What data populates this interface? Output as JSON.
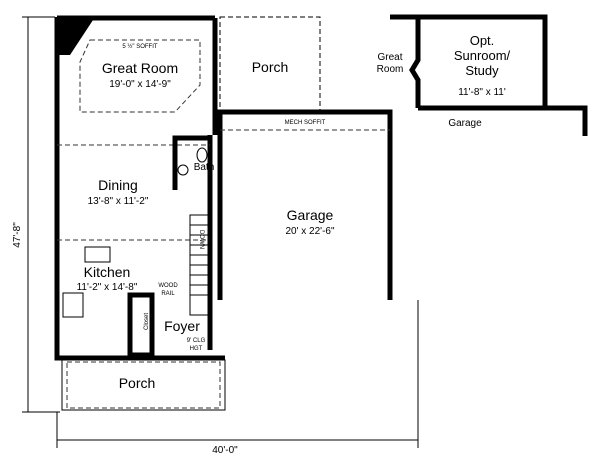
{
  "main_plan": {
    "great_room": {
      "name": "Great Room",
      "size": "19'-0\" x 14'-9\"",
      "soffit": "5 ½\" SOFFIT"
    },
    "rear_porch": {
      "name": "Porch"
    },
    "mech_soffit": "MECH SOFFIT",
    "bath": {
      "name": "Bath"
    },
    "dining": {
      "name": "Dining",
      "size": "13'-8\" x 11'-2\""
    },
    "garage": {
      "name": "Garage",
      "size": "20' x 22'-6\""
    },
    "stairs_label": "DOWN",
    "kitchen": {
      "name": "Kitchen",
      "size": "11'-2\" x 14'-8\""
    },
    "wood_rail": [
      "WOOD",
      "RAIL"
    ],
    "closet": "Closet",
    "foyer": {
      "name": "Foyer",
      "ceiling": [
        "9' CLG",
        "HGT"
      ]
    },
    "front_porch": {
      "name": "Porch"
    },
    "depth_dimension": "47'-8\"",
    "width_dimension": "40'-0\""
  },
  "inset_plan": {
    "great_room": [
      "Great",
      "Room"
    ],
    "sunroom": {
      "name": [
        "Opt.",
        "Sunroom/",
        "Study"
      ],
      "size": "11'-8\" x 11'"
    },
    "garage": "Garage"
  }
}
